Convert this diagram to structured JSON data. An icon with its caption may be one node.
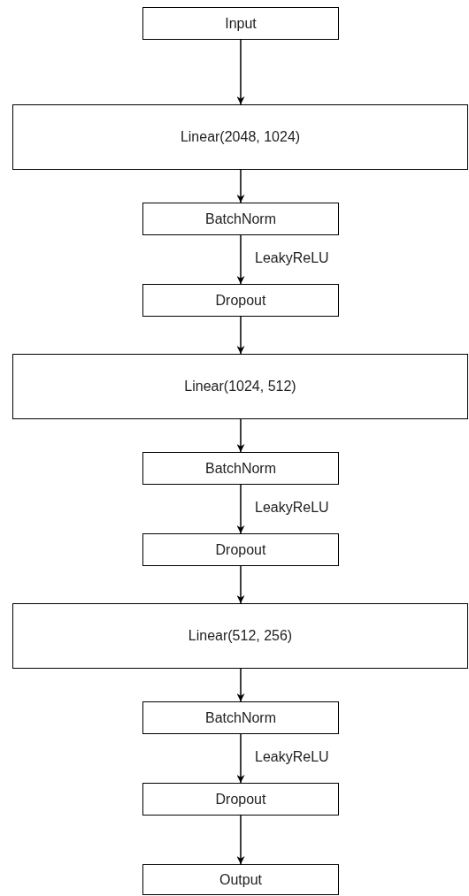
{
  "diagram": {
    "nodes": [
      {
        "text": [
          "Input"
        ]
      },
      {
        "text": [
          "Linear(2048, 1024)"
        ]
      },
      {
        "text": [
          "BatchNorm"
        ]
      },
      {
        "text": [
          "Dropout"
        ]
      },
      {
        "text": [
          "Linear(1024, 512)"
        ]
      },
      {
        "text": [
          "BatchNorm"
        ]
      },
      {
        "text": [
          "Dropout"
        ]
      },
      {
        "text": [
          "Linear(512, 256)"
        ]
      },
      {
        "text": [
          "BatchNorm"
        ]
      },
      {
        "text": [
          "Dropout"
        ]
      },
      {
        "text": [
          "Output"
        ]
      }
    ],
    "edges": [
      {
        "from": 0,
        "to": 1,
        "arrow": "to"
      },
      {
        "from": 1,
        "to": 2,
        "arrow": "to"
      },
      {
        "from": 2,
        "to": 3,
        "arrow": "to",
        "label": "LeakyReLU"
      },
      {
        "from": 3,
        "to": 4,
        "arrow": "to"
      },
      {
        "from": 4,
        "to": 5,
        "arrow": "to"
      },
      {
        "from": 5,
        "to": 6,
        "arrow": "to",
        "label": "LeakyReLU"
      },
      {
        "from": 6,
        "to": 7,
        "arrow": "to"
      },
      {
        "from": 7,
        "to": 8,
        "arrow": "to"
      },
      {
        "from": 8,
        "to": 9,
        "arrow": "to",
        "label": "LeakyReLU"
      },
      {
        "from": 9,
        "to": 10,
        "arrow": "to"
      }
    ]
  }
}
